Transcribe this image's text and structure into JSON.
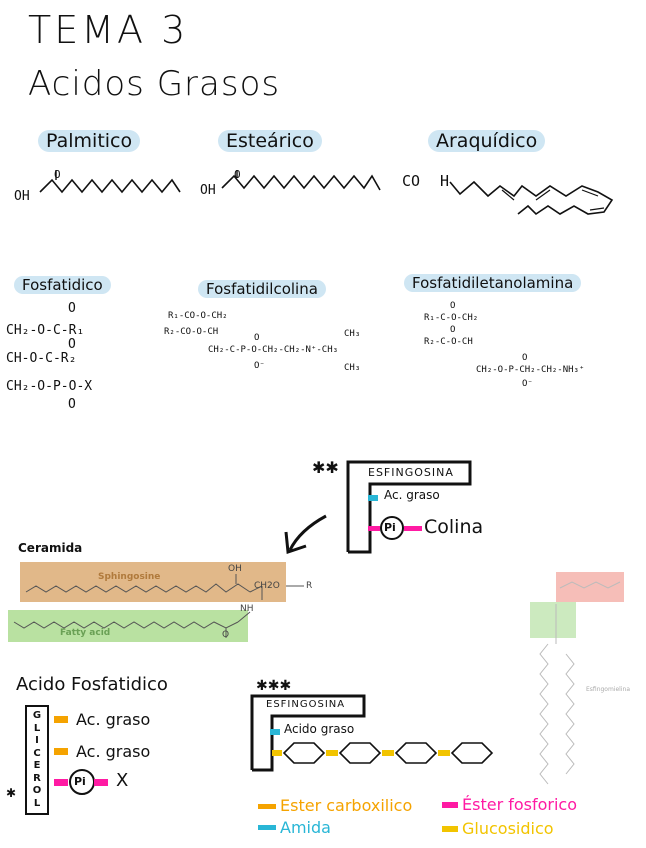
{
  "header": {
    "title": "TEMA 3",
    "subtitle": "Acidos Grasos"
  },
  "fatty_acids": [
    {
      "name": "Palmitico",
      "group": "OH",
      "carbonyl": "O"
    },
    {
      "name": "Esteárico",
      "group": "OH",
      "carbonyl": "O"
    },
    {
      "name": "Araquídico",
      "group": "CO",
      "h": "H"
    }
  ],
  "phospholipids": {
    "fosfatidico": {
      "name": "Fosfatidico",
      "lines": [
        "CH₂-O-C-R₁",
        "CH-O-C-R₂",
        "CH₂-O-P-O-X"
      ],
      "o_marks": [
        "O",
        "O",
        "O"
      ]
    },
    "fosfatidilcolina": {
      "name": "Fosfatidilcolina",
      "lines": [
        "R₁-CO-O-CH₂",
        "R₂-CO-O-CH",
        "CH₂-C-P-O-CH₂-CH₂-N⁺-CH₃"
      ],
      "methyls": [
        "CH₃",
        "CH₃"
      ],
      "o_minus": "O⁻",
      "o_top": "O"
    },
    "fosfatidiletanolamina": {
      "name": "Fosfatidiletanolamina",
      "lines": [
        "R₁-C-O-CH₂",
        "R₂-C-O-CH",
        "CH₂-O-P-CH₂-CH₂-NH₃⁺"
      ],
      "o_marks": [
        "O",
        "O"
      ],
      "o_minus": "O⁻",
      "o_top": "O"
    }
  },
  "esfingosina_box": {
    "marks": "✱✱",
    "title": "ESFINGOSINA",
    "ac_graso": "Ac. graso",
    "pi": "Pi",
    "colina": "Colina"
  },
  "ceramida": {
    "title": "Ceramida",
    "sphingosine_label": "Sphingosine",
    "fatty_acid_label": "Fatty acid",
    "oh": "OH",
    "ch2o": "CH2O",
    "r": "R",
    "nh": "NH",
    "o": "O"
  },
  "esfingomielina_figure": {
    "label": "Esfingomielina"
  },
  "acido_fosfatidico": {
    "title": "Acido Fosfatidico",
    "glicerol": [
      "G",
      "L",
      "I",
      "C",
      "E",
      "R",
      "O",
      "L"
    ],
    "ac_graso_1": "Ac. graso",
    "ac_graso_2": "Ac. graso",
    "pi": "Pi",
    "x": "X",
    "star": "✱"
  },
  "glucolipid_box": {
    "marks": "✱✱✱",
    "title": "ESFINGOSINA",
    "acido_graso": "Acido graso"
  },
  "legend": {
    "ester_carboxilico": "Ester carboxilico",
    "amida": "Amida",
    "ester_fosforico": "Éster fosforico",
    "glucosidico": "Glucosidico"
  },
  "colors": {
    "orange": "#f5a300",
    "cyan": "#29b6d6",
    "magenta": "#ff1aa3",
    "yellow": "#f2c400",
    "highlight": "#cfe6f3",
    "sphingosine_box": "#d9a66b",
    "fatty_acid_box": "#a8d98a"
  }
}
